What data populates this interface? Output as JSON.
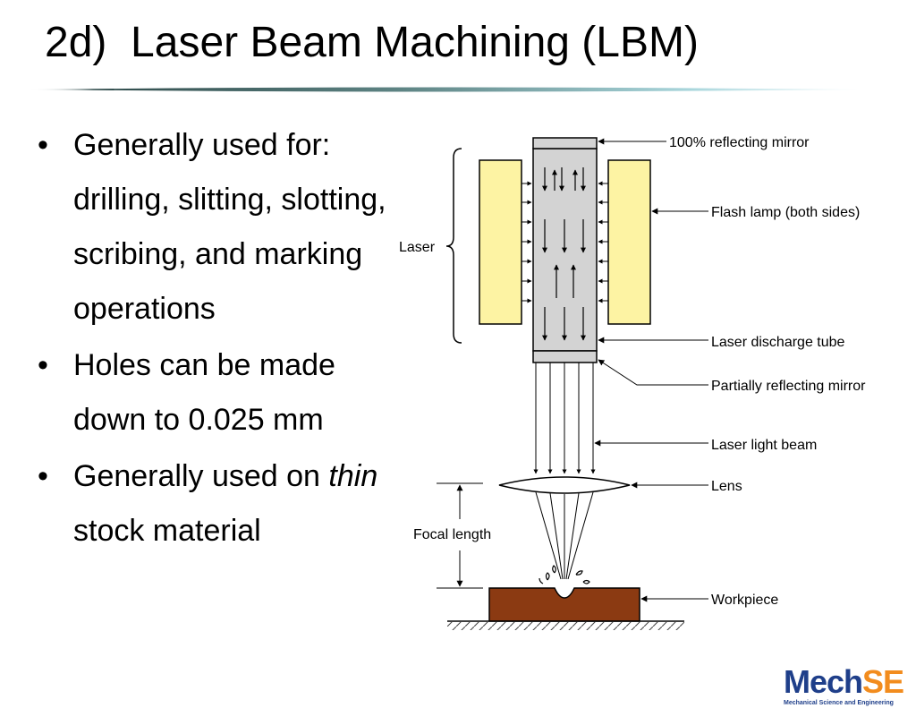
{
  "slide": {
    "title": "2d)  Laser Beam Machining (LBM)",
    "bullets": [
      {
        "text": "Generally used for: drilling, slitting, slotting, scribing, and marking operations"
      },
      {
        "text": "Holes can be made down to 0.025 mm"
      },
      {
        "italic": "thin",
        "text_before": "Generally used on ",
        "text_after": " stock material"
      }
    ]
  },
  "diagram": {
    "labels": {
      "mirror_full": "100% reflecting mirror",
      "flash_lamp": "Flash lamp (both sides)",
      "laser": "Laser",
      "discharge_tube": "Laser discharge tube",
      "partial_mirror": "Partially reflecting mirror",
      "light_beam": "Laser light beam",
      "lens": "Lens",
      "focal_length": "Focal length",
      "workpiece": "Workpiece"
    },
    "colors": {
      "flash_lamp_fill": "#fdf3a3",
      "tube_fill": "#d3d3d3",
      "workpiece_fill": "#8b3a12"
    }
  },
  "logo": {
    "main_left": "Mech",
    "main_right": "SE",
    "subtitle": "Mechanical Science and Engineering",
    "colors": {
      "primary": "#1f3f8a",
      "accent": "#f28c1e"
    }
  }
}
